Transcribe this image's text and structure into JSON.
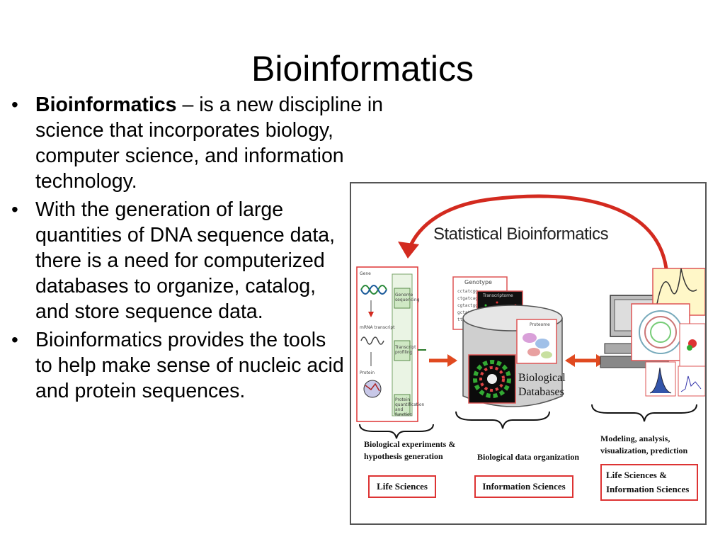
{
  "slide": {
    "title": "Bioinformatics",
    "bullets": [
      {
        "bold": "Bioinformatics",
        "text": " – is a new discipline in science that incorporates biology, computer science, and information technology."
      },
      {
        "bold": "",
        "text": "With the generation of large quantities of DNA sequence data, there is a need for computerized databases to organize, catalog, and store sequence data."
      },
      {
        "bold": "",
        "text": "Bioinformatics provides the tools to help make sense of nucleic acid and protein sequences."
      }
    ],
    "bullet_glyph": "•"
  },
  "figure": {
    "banner": "Statistical Bioinformatics",
    "db_label_line1": "Biological",
    "db_label_line2": "Databases",
    "genotype_label": "Genotype",
    "transcriptome_label": "Transcriptome",
    "proteome_label": "Proteome",
    "panel_left_labels": [
      "Gene",
      "mRNA transcript",
      "Protein"
    ],
    "panel_left_steps": [
      "Genome sequencing",
      "Transcript profiling",
      "Protein quantification and function"
    ],
    "caption_left": "Biological experiments & hypothesis generation",
    "caption_middle": "Biological data organization",
    "caption_right": "Modeling, analysis, visualization, prediction",
    "box_left": "Life Sciences",
    "box_middle": "Information Sciences",
    "box_right_line1": "Life Sciences &",
    "box_right_line2": "Information Sciences",
    "accent_red": "#d32a1f",
    "arrow_orange": "#e04a20"
  }
}
